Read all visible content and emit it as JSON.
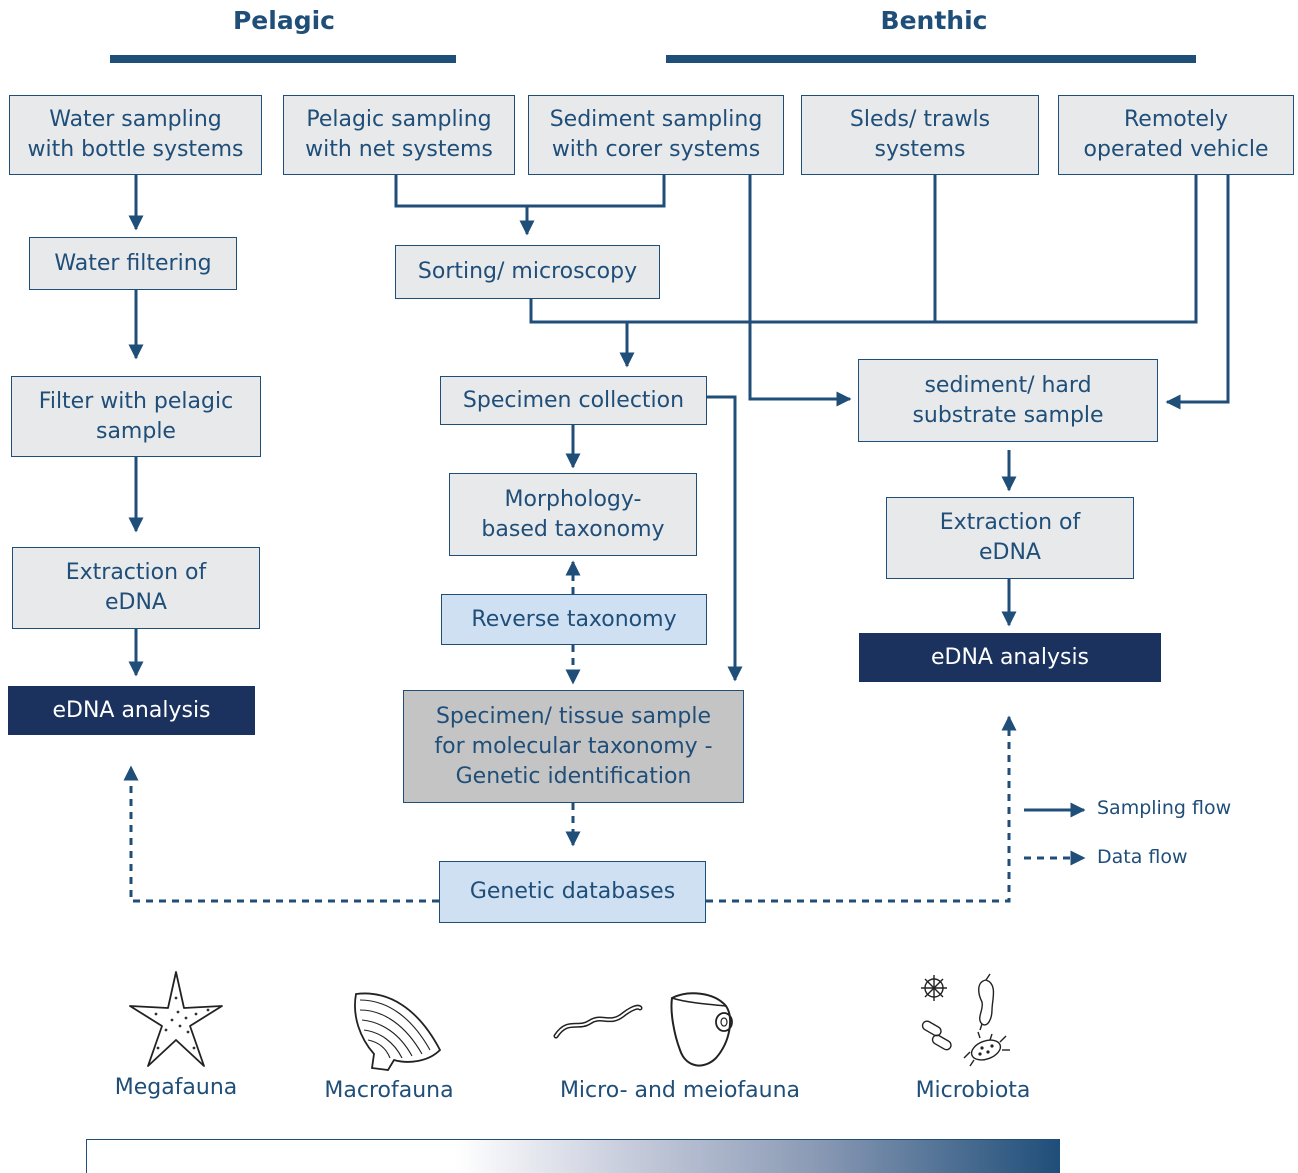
{
  "headers": {
    "pelagic": "Pelagic",
    "benthic": "Benthic"
  },
  "boxes": {
    "water_sampling": "Water sampling\nwith bottle systems",
    "pelagic_sampling": "Pelagic sampling\nwith net systems",
    "sediment_sampling": "Sediment sampling\nwith corer systems",
    "sleds_trawls": "Sleds/ trawls\nsystems",
    "rov": "Remotely\noperated vehicle",
    "water_filtering": "Water filtering",
    "sorting": "Sorting/ microscopy",
    "filter_pelagic": "Filter with pelagic\nsample",
    "specimen_collection": "Specimen collection",
    "sediment_sample": "sediment/ hard\nsubstrate sample",
    "morphology": "Morphology-\nbased taxonomy",
    "extraction_right": "Extraction of\neDNA",
    "extraction_left": "Extraction of\neDNA",
    "reverse_taxonomy": "Reverse taxonomy",
    "edna_right": "eDNA analysis",
    "edna_left": "eDNA analysis",
    "tissue_sample": "Specimen/ tissue sample\nfor molecular taxonomy -\nGenetic identification",
    "genetic_db": "Genetic databases"
  },
  "legend": {
    "sampling": "Sampling flow",
    "data": "Data flow"
  },
  "categories": {
    "megafauna": "Megafauna",
    "macrofauna": "Macrofauna",
    "micro_meio": "Micro- and meiofauna",
    "microbiota": "Microbiota"
  },
  "icons": [
    "starfish-icon",
    "shell-icon",
    "nematode-icon",
    "copepod-icon",
    "microbes-icon"
  ],
  "colors": {
    "primary": "#1f4e79",
    "dark": "#1b325f",
    "box_fill": "#e8e9eb",
    "light_fill": "#cfe0f3",
    "grey_fill": "#c4c4c4"
  }
}
